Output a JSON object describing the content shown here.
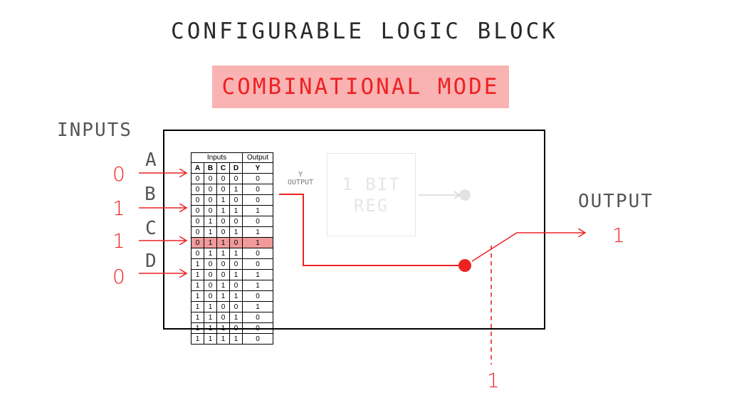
{
  "title": "CONFIGURABLE LOGIC BLOCK",
  "mode": "COMBINATIONAL MODE",
  "inputs_label": "INPUTS",
  "output_label": "OUTPUT",
  "inputs": [
    {
      "name": "A",
      "value": "0"
    },
    {
      "name": "B",
      "value": "1"
    },
    {
      "name": "C",
      "value": "1"
    },
    {
      "name": "D",
      "value": "0"
    }
  ],
  "truth_table": {
    "group_headers": [
      "Inputs",
      "Output"
    ],
    "columns": [
      "A",
      "B",
      "C",
      "D",
      "Y"
    ],
    "rows": [
      [
        "0",
        "0",
        "0",
        "0",
        "0"
      ],
      [
        "0",
        "0",
        "0",
        "1",
        "0"
      ],
      [
        "0",
        "0",
        "1",
        "0",
        "0"
      ],
      [
        "0",
        "0",
        "1",
        "1",
        "1"
      ],
      [
        "0",
        "1",
        "0",
        "0",
        "0"
      ],
      [
        "0",
        "1",
        "0",
        "1",
        "1"
      ],
      [
        "0",
        "1",
        "1",
        "0",
        "1"
      ],
      [
        "0",
        "1",
        "1",
        "1",
        "0"
      ],
      [
        "1",
        "0",
        "0",
        "0",
        "0"
      ],
      [
        "1",
        "0",
        "0",
        "1",
        "1"
      ],
      [
        "1",
        "0",
        "1",
        "0",
        "1"
      ],
      [
        "1",
        "0",
        "1",
        "1",
        "0"
      ],
      [
        "1",
        "1",
        "0",
        "0",
        "1"
      ],
      [
        "1",
        "1",
        "0",
        "1",
        "0"
      ],
      [
        "1",
        "1",
        "1",
        "0",
        "0"
      ],
      [
        "1",
        "1",
        "1",
        "1",
        "0"
      ]
    ],
    "highlighted_row": 6
  },
  "y_output_label": [
    "Y",
    "OUTPUT"
  ],
  "register_label": [
    "1 BIT",
    "REG"
  ],
  "output_value": "1",
  "select_value": "1",
  "colors": {
    "signal": "#ee2222",
    "highlight": "#f09a9a",
    "mode_bg": "#f9b3b3",
    "disabled": "#e6e6e6"
  }
}
